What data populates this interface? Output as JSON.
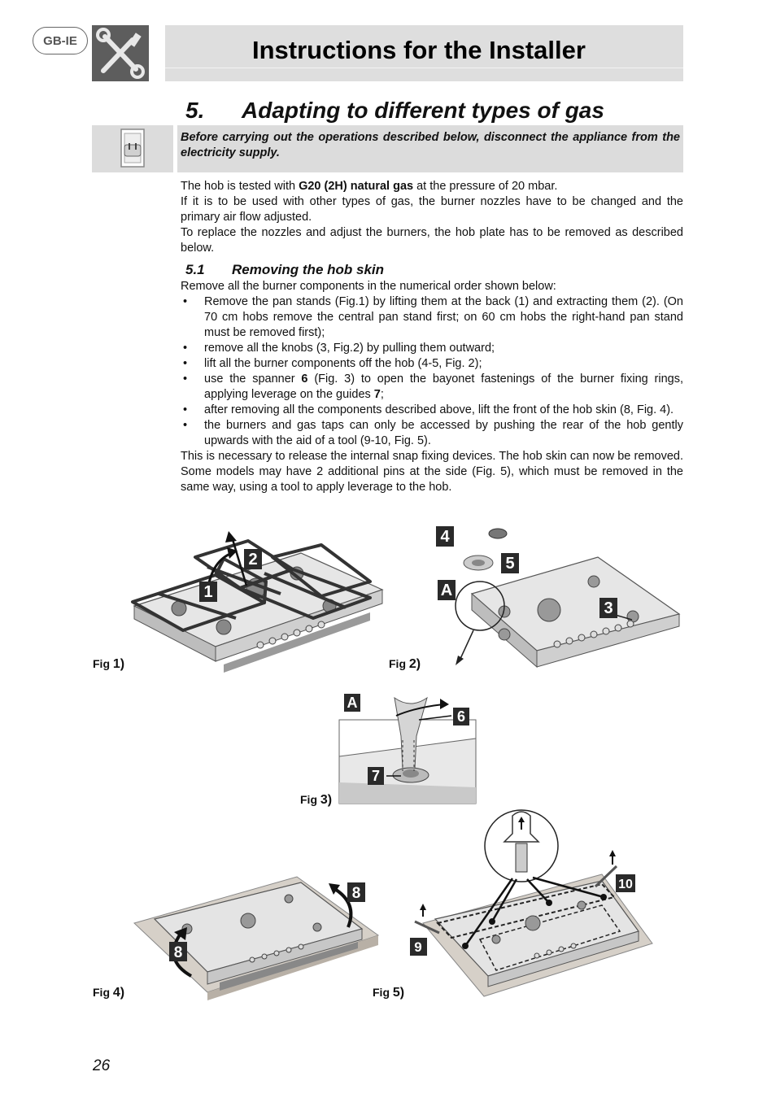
{
  "header": {
    "badge": "GB-IE",
    "title": "Instructions for the Installer"
  },
  "section": {
    "number": "5.",
    "title": "Adapting to different types of gas"
  },
  "warning": {
    "text": "Before carrying out the operations described below, disconnect the appliance from the electricity supply."
  },
  "intro": {
    "p1_before": "The hob is tested with ",
    "p1_bold": "G20 (2H) natural gas",
    "p1_after": " at the pressure of 20 mbar.",
    "p2": "If it is to be used with other types of gas, the burner nozzles have to be changed and the primary air flow adjusted.",
    "p3": "To replace the nozzles and adjust the burners, the hob plate has to be removed as described below."
  },
  "subsection": {
    "number": "5.1",
    "title": "Removing the hob skin",
    "lead": "Remove all the burner components in the numerical order shown below:",
    "bullets": {
      "b1": "Remove the pan stands (Fig.1) by lifting them at the back (1) and extracting them (2). (On 70 cm hobs remove the central pan stand first; on 60 cm hobs the right-hand pan stand must be removed first);",
      "b2": "remove all the knobs (3, Fig.2) by pulling them outward;",
      "b3": "lift all the burner components off the hob (4-5, Fig. 2);",
      "b4_a": "use the spanner ",
      "b4_b": "6",
      "b4_c": " (Fig. 3) to open the bayonet fastenings of the burner fixing rings, applying leverage on the guides ",
      "b4_d": "7",
      "b4_e": ";",
      "b5": "after removing all the components described above, lift the front of the hob skin (8, Fig. 4).",
      "b6": "the burners and gas taps can only be accessed by pushing the rear of the hob gently upwards with the aid of a tool (9-10, Fig. 5)."
    },
    "closing": "This is necessary to release the internal snap fixing devices. The hob skin can now be removed. Some models may have 2 additional pins at the side (Fig. 5), which must be removed in the same way, using a tool to apply leverage to the hob."
  },
  "figures": {
    "fig1": {
      "label": "Fig",
      "num": "1)",
      "callouts": [
        "1",
        "2"
      ]
    },
    "fig2": {
      "label": "Fig",
      "num": "2)",
      "callouts": [
        "4",
        "5",
        "A",
        "3"
      ]
    },
    "fig3": {
      "label": "Fig",
      "num": "3)",
      "callouts": [
        "A",
        "6",
        "7"
      ]
    },
    "fig4": {
      "label": "Fig",
      "num": "4)",
      "callouts": [
        "8",
        "8"
      ]
    },
    "fig5": {
      "label": "Fig",
      "num": "5)",
      "callouts": [
        "10",
        "9"
      ]
    }
  },
  "page_number": "26",
  "colors": {
    "title_bar": "#dedede",
    "tools_icon_bg": "#5d5d5d",
    "warning_bg": "#dcdcdc",
    "callout_bg": "#2a2a2a"
  },
  "icons": [
    "tools-icon",
    "socket-plug-icon"
  ]
}
